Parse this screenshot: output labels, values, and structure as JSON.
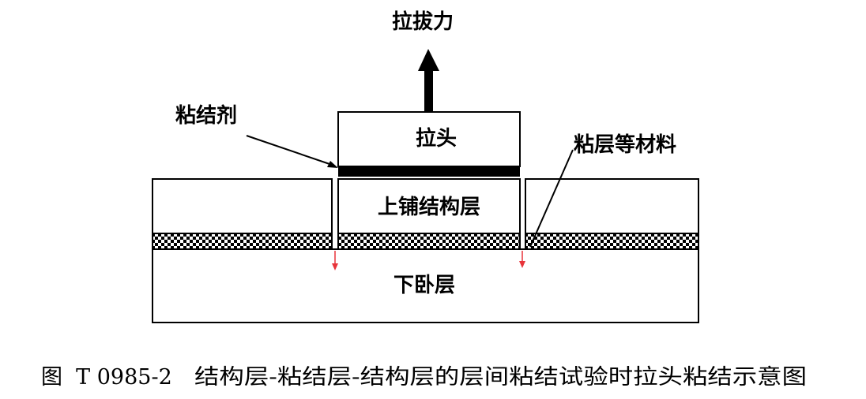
{
  "diagram": {
    "labels": {
      "pull_force": "拉拔力",
      "adhesive": "粘结剂",
      "pull_head": "拉头",
      "bond_material": "粘层等材料",
      "upper_layer": "上铺结构层",
      "lower_layer": "下卧层"
    },
    "caption": {
      "number": "图  T 0985-2",
      "text": "结构层-粘结层-结构层的层间粘结试验时拉头粘结示意图"
    },
    "colors": {
      "stroke": "#000000",
      "cut_marker": "#e8343a",
      "background": "#ffffff"
    }
  }
}
